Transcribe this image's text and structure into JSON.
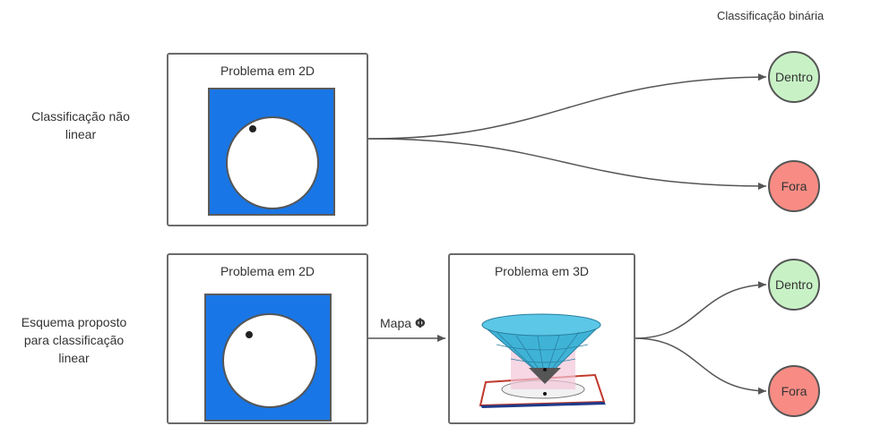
{
  "header": {
    "binary_title": "Classificação binária"
  },
  "rows": [
    {
      "label_lines": [
        "Classificação não",
        "linear"
      ],
      "box_title": "Problema em 2D",
      "outputs": {
        "inside": "Dentro",
        "outside": "Fora"
      }
    },
    {
      "label_lines": [
        "Esquema proposto",
        "para classificação",
        "linear"
      ],
      "box_title": "Problema em 2D",
      "map": {
        "text": "Mapa",
        "symbol": "Φ"
      },
      "box3d_title": "Problema em 3D",
      "outputs": {
        "inside": "Dentro",
        "outside": "Fora"
      }
    }
  ],
  "colors": {
    "panel_blue": "#1976e6",
    "inside_green": "#c8f2c6",
    "outside_red": "#f88c84",
    "cone_cyan": "#3fb3d6",
    "plane_pink": "#f3c6d8"
  }
}
